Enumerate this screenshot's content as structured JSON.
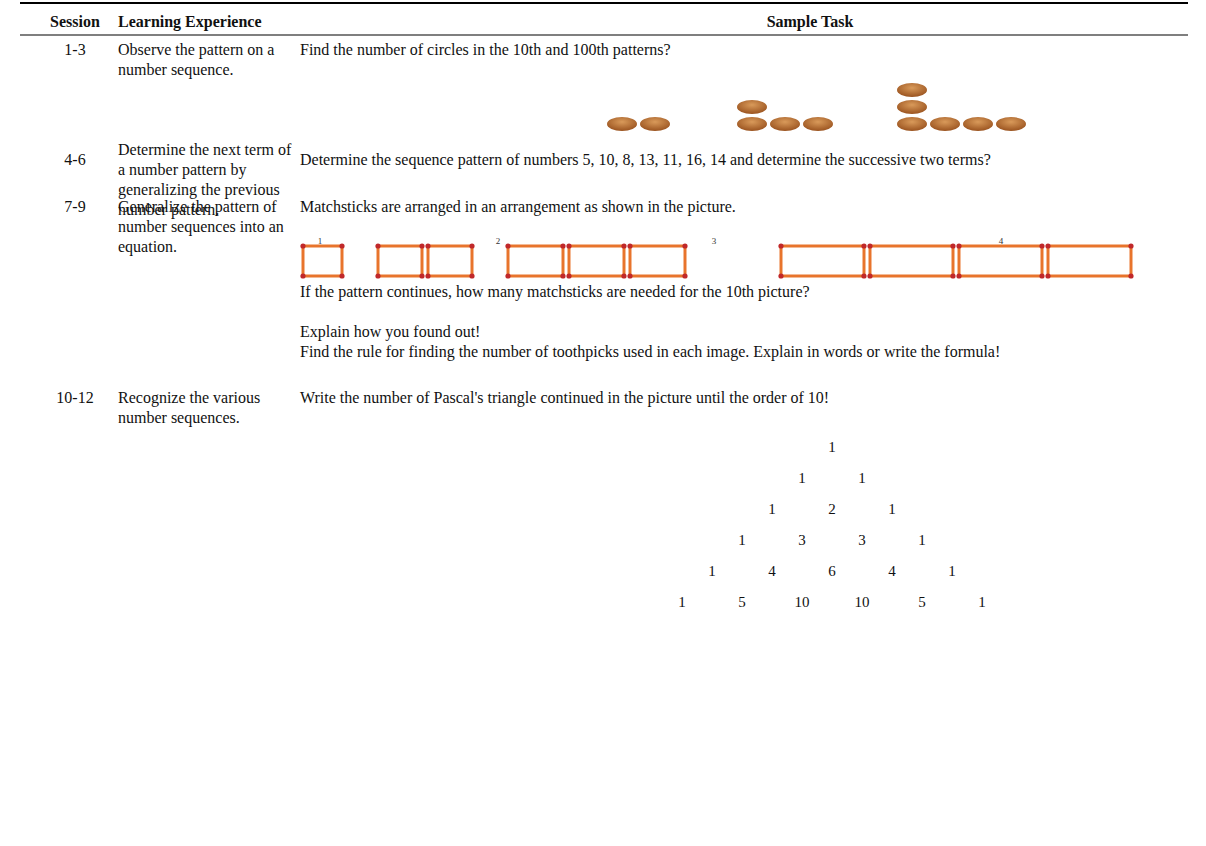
{
  "diagram": {
    "labels": [
      "Session",
      "Learning Experience",
      "Sample Task",
      "1-3",
      "Observe the pattern on a number sequence.",
      "Find the number of circles in the 10th and 100th patterns?",
      "4-6",
      "Determine the next term of a number pattern by generalizing the previous number pattern.",
      "Determine the sequence pattern of numbers 5, 10, 8, 13, 11, 16, 14 and determine the successive two terms?",
      "7-9",
      "Generalize the pattern of number sequences into an equation.",
      "Matchsticks are arranged in an arrangement as shown in the picture.",
      "1",
      "2",
      "3",
      "4",
      "If the pattern continues, how many matchsticks are needed for the 10th picture?",
      "Explain how you found out!",
      "Find the rule for finding the number of toothpicks used in each image. Explain in words or write the formula!",
      "10-12",
      "Recognize the various number sequences.",
      "Write the number of Pascal's triangle continued in the picture until the order of 10!",
      "1",
      "1",
      "1",
      "1",
      "2",
      "1",
      "1",
      "3",
      "3",
      "1",
      "1",
      "4",
      "6",
      "4",
      "1",
      "1",
      "5",
      "10",
      "10",
      "5",
      "1"
    ]
  }
}
